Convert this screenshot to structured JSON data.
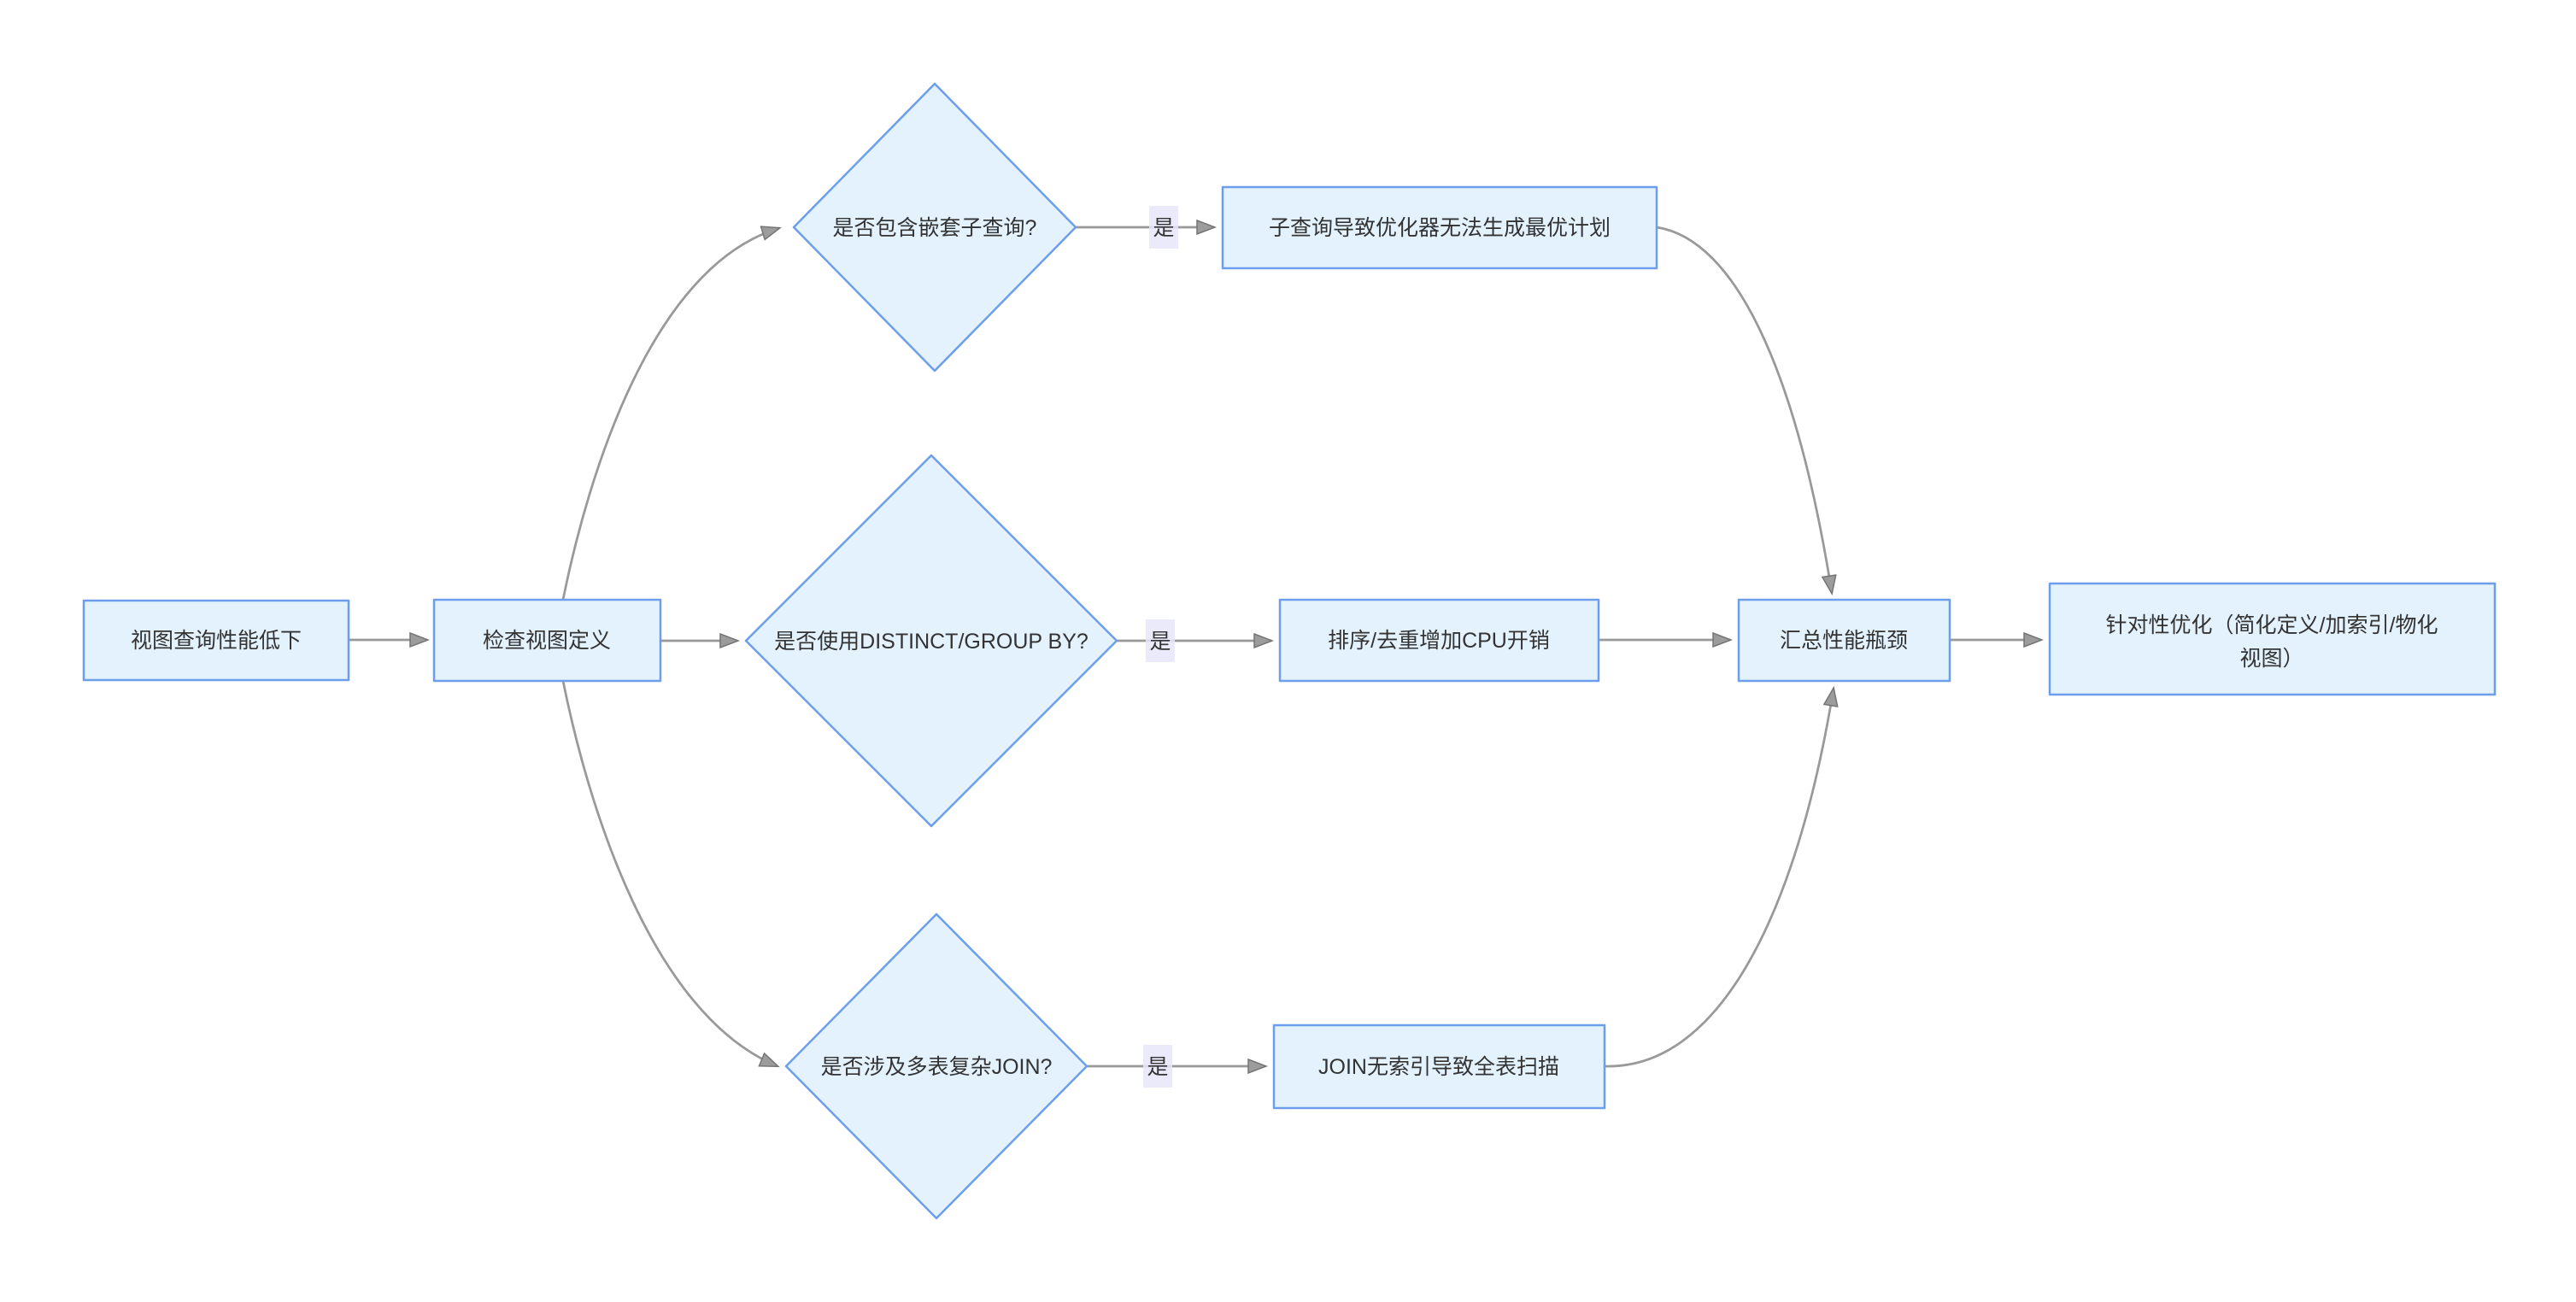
{
  "diagram": {
    "type": "flowchart",
    "direction": "left-to-right",
    "nodes": [
      {
        "id": "A",
        "shape": "rect",
        "label": "视图查询性能低下"
      },
      {
        "id": "B",
        "shape": "rect",
        "label": "检查视图定义"
      },
      {
        "id": "C",
        "shape": "diamond",
        "label": "是否包含嵌套子查询?"
      },
      {
        "id": "D",
        "shape": "diamond",
        "label": "是否使用DISTINCT/GROUP BY?"
      },
      {
        "id": "E",
        "shape": "diamond",
        "label": "是否涉及多表复杂JOIN?"
      },
      {
        "id": "F",
        "shape": "rect",
        "label": "子查询导致优化器无法生成最优计划"
      },
      {
        "id": "G",
        "shape": "rect",
        "label": "排序/去重增加CPU开销"
      },
      {
        "id": "H",
        "shape": "rect",
        "label": "JOIN无索引导致全表扫描"
      },
      {
        "id": "I",
        "shape": "rect",
        "label": "汇总性能瓶颈"
      },
      {
        "id": "J",
        "shape": "rect",
        "label": "针对性优化（简化定义/加索引/物化视图）",
        "label_line1": "针对性优化（简化定义/加索引/物化",
        "label_line2": "视图）"
      }
    ],
    "edges": [
      {
        "from": "A",
        "to": "B",
        "label": ""
      },
      {
        "from": "B",
        "to": "C",
        "label": ""
      },
      {
        "from": "B",
        "to": "D",
        "label": ""
      },
      {
        "from": "B",
        "to": "E",
        "label": ""
      },
      {
        "from": "C",
        "to": "F",
        "label": "是"
      },
      {
        "from": "D",
        "to": "G",
        "label": "是"
      },
      {
        "from": "E",
        "to": "H",
        "label": "是"
      },
      {
        "from": "F",
        "to": "I",
        "label": ""
      },
      {
        "from": "G",
        "to": "I",
        "label": ""
      },
      {
        "from": "H",
        "to": "I",
        "label": ""
      },
      {
        "from": "I",
        "to": "J",
        "label": ""
      }
    ],
    "colors": {
      "node_fill": "#E3F2FD",
      "node_border": "#6D9EEB",
      "edge": "#999999",
      "text": "#333333",
      "edge_label_bg": "#E8E6FA",
      "background": "#FFFFFF"
    }
  }
}
